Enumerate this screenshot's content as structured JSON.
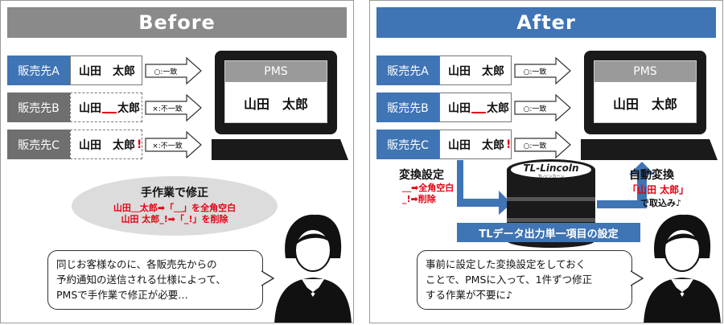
{
  "before": {
    "title": "Before",
    "rows": [
      {
        "label": "販売先A",
        "name": "山田　太郎",
        "result": "○:一致"
      },
      {
        "label": "販売先B",
        "name_a": "山田",
        "name_b": "太郎",
        "result": "×:不一致"
      },
      {
        "label": "販売先C",
        "name": "山田　太郎",
        "mark": "!",
        "result": "×:不一致"
      }
    ],
    "pms_label": "PMS",
    "pms_name": "山田　太郎",
    "manual_title": "手作業で修正",
    "manual_line1": "山田＿太郎➡「＿」を全角空白",
    "manual_line2": "山田 太郎_!➡「_!」を削除",
    "speech_line1": "同じお客様なのに、各販売先からの",
    "speech_line2": "予約通知の送信される仕様によって、",
    "speech_line3": "PMSで手作業で修正が必要…"
  },
  "after": {
    "title": "After",
    "rows": [
      {
        "label": "販売先A",
        "name": "山田　太郎",
        "result": "○:一致"
      },
      {
        "label": "販売先B",
        "name_a": "山田",
        "name_b": "太郎",
        "result": "○:一致"
      },
      {
        "label": "販売先C",
        "name": "山田　太郎",
        "mark": "!",
        "result": "○:一致"
      }
    ],
    "pms_label": "PMS",
    "pms_name": "山田　太郎",
    "convert_title": "変換設定",
    "convert_line1": "＿➡全角空白",
    "convert_line2": "_!➡削除",
    "logo_text": "TL-Lincoln",
    "logo_sub": "TL-リンカーン",
    "setting_label": "TLデータ出力単一項目の設定",
    "auto_title": "自動変換",
    "auto_value": "「山田 太郎」",
    "auto_suffix": "で取込み♪",
    "speech_line1": "事前に設定した変換設定をしておく",
    "speech_line2": "ことで、PMSに入って、1件ずつ修正",
    "speech_line3": "する作業が不要に♪"
  },
  "colors": {
    "blue": "#3f74b5",
    "gray": "#6f6f6f",
    "red": "#e60012"
  }
}
